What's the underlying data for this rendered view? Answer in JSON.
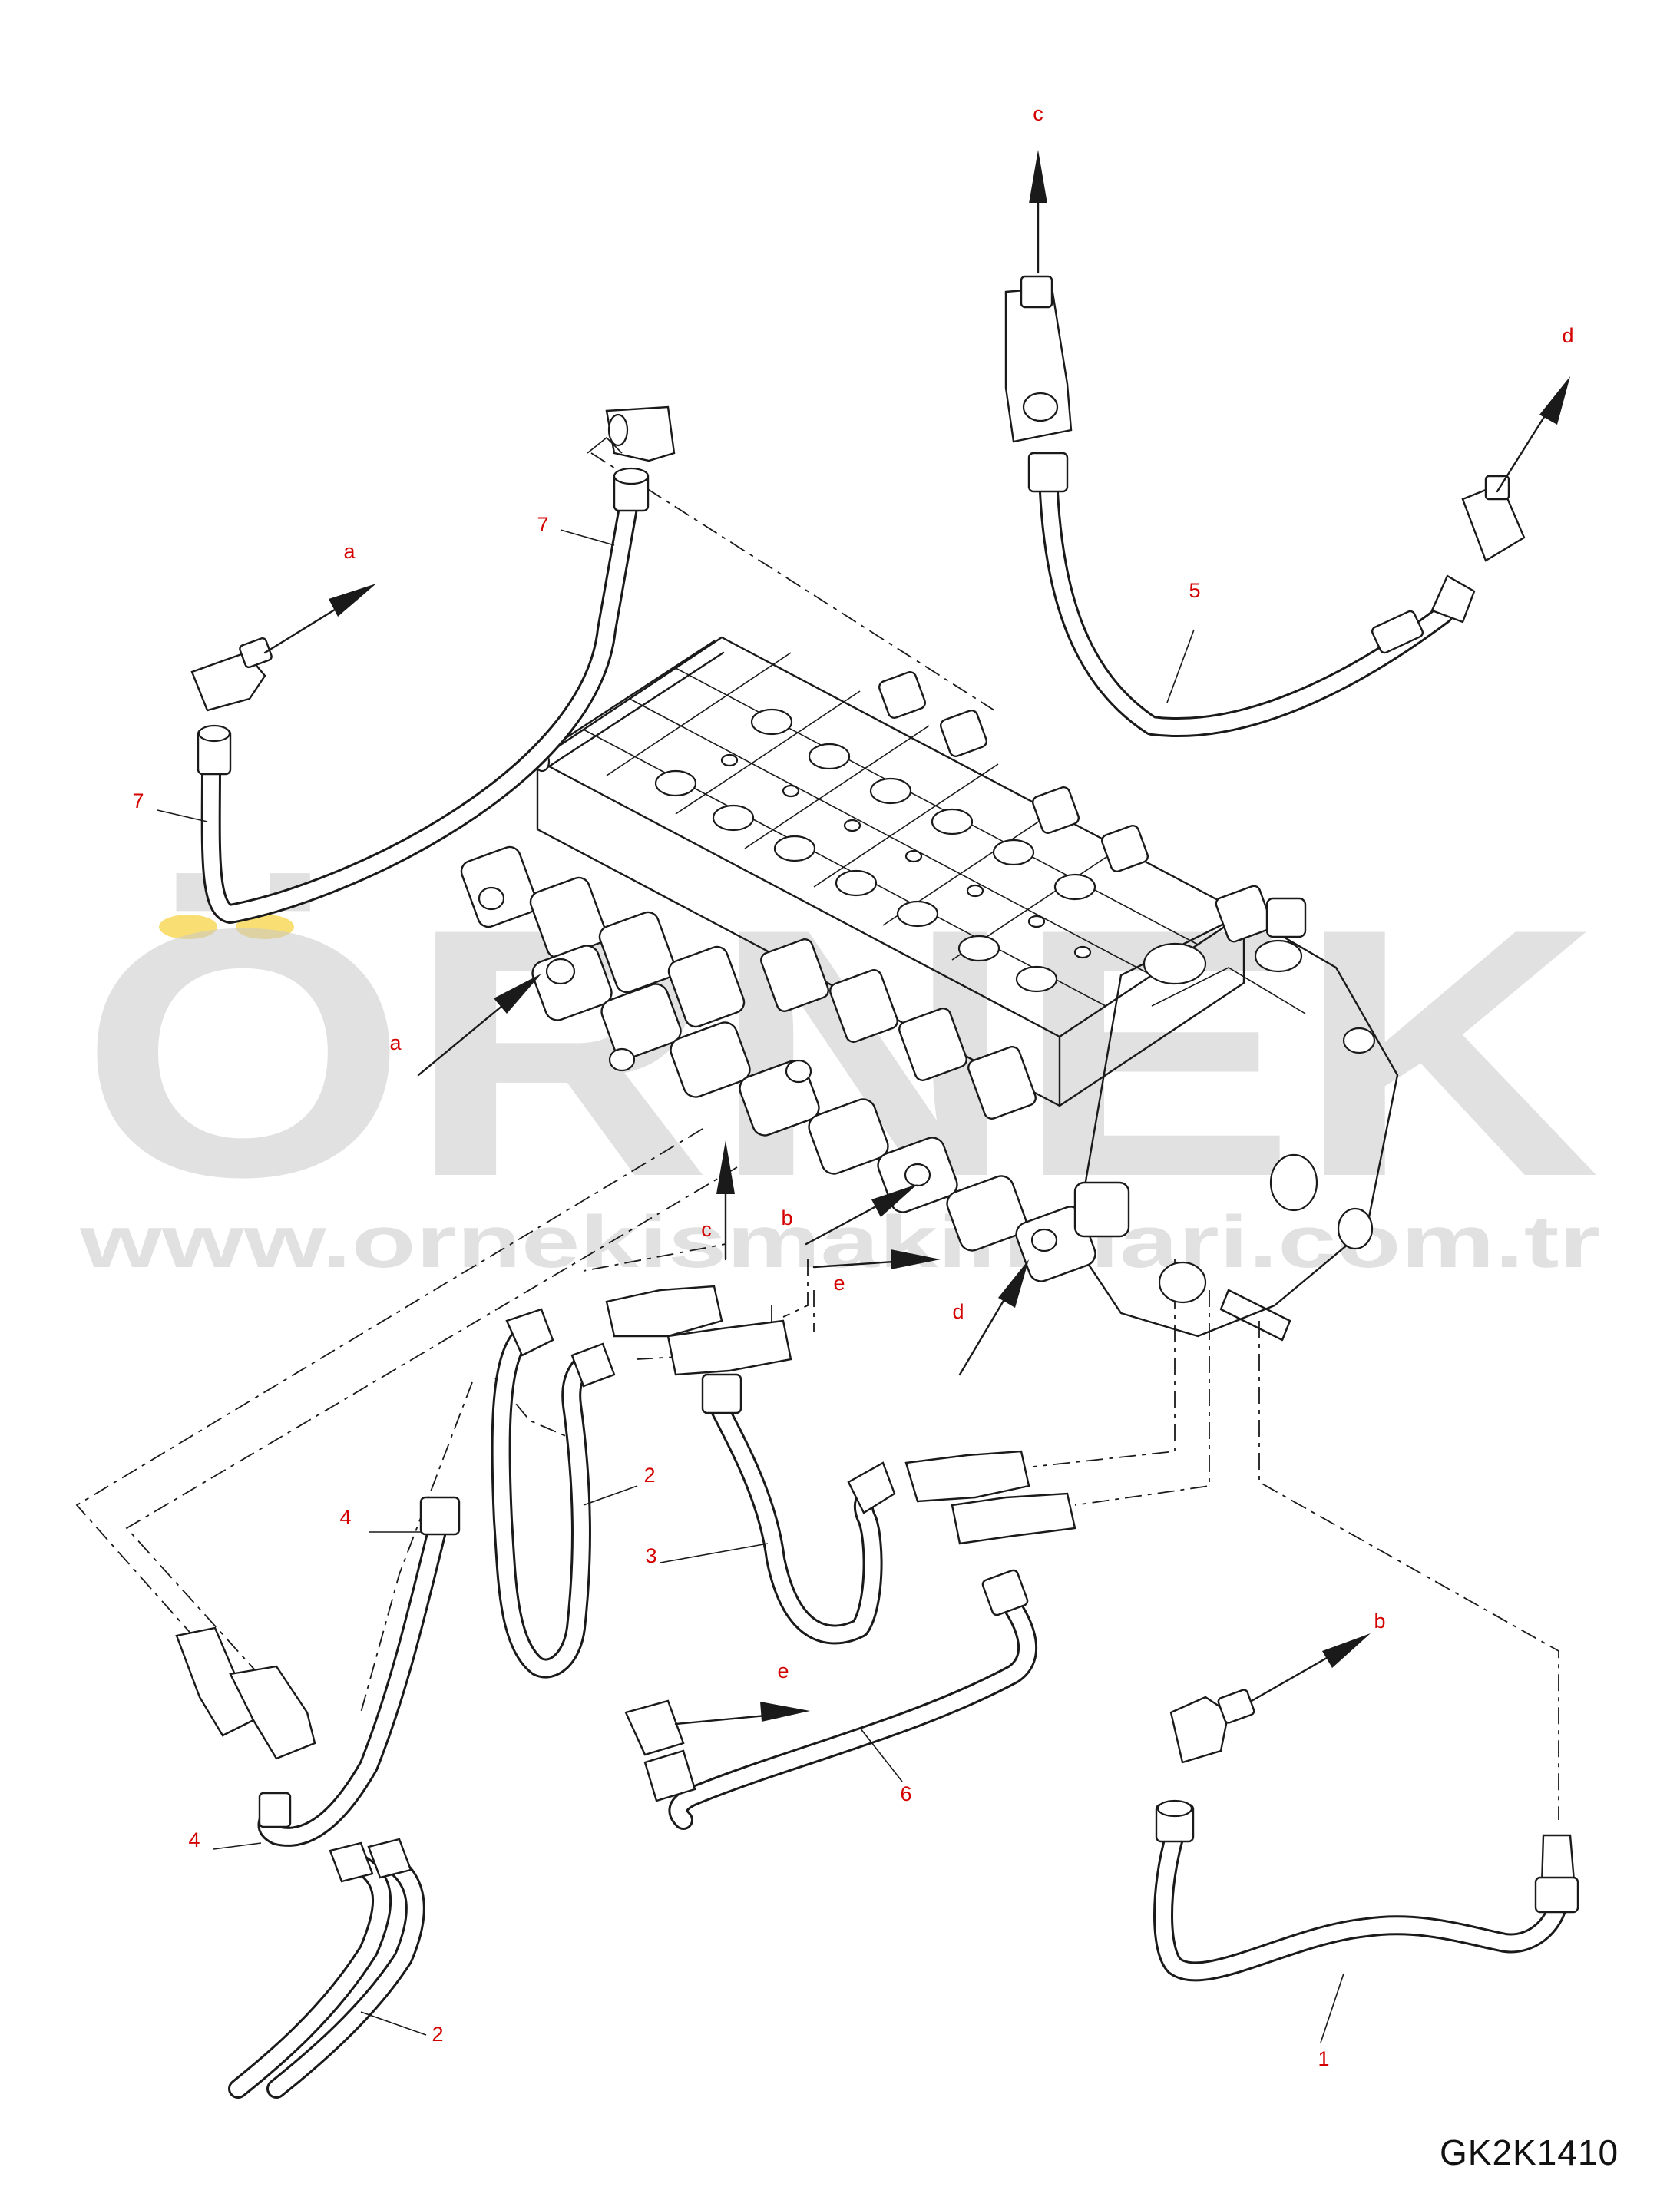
{
  "diagram": {
    "document_code": "GK2K1410",
    "watermark": {
      "brand": "ÖRNEK",
      "website": "www.ornekismakinalari.com.tr",
      "text_color": "#c8c8c8",
      "accent_color": "#f3c300"
    },
    "callout_color": "#d40000",
    "part_callouts": [
      "7",
      "7",
      "5",
      "2",
      "4",
      "3",
      "4",
      "2",
      "6",
      "1"
    ],
    "connection_labels": [
      "c",
      "d",
      "a",
      "a",
      "c",
      "b",
      "e",
      "d",
      "e",
      "b"
    ]
  }
}
